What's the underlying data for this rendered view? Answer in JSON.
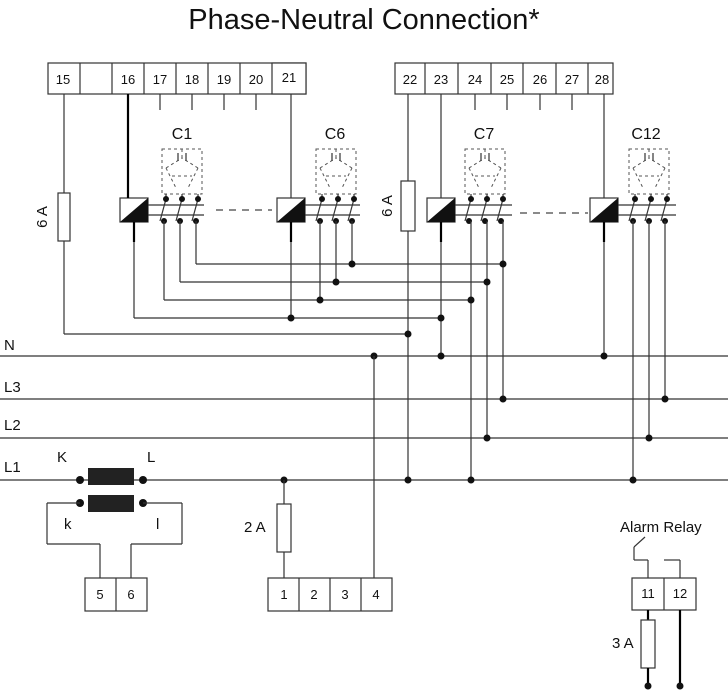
{
  "title": "Phase-Neutral Connection*",
  "terminal_block_left": [
    "15",
    "",
    "16",
    "17",
    "18",
    "19",
    "20",
    "21"
  ],
  "terminal_block_right": [
    "22",
    "23",
    "24",
    "25",
    "26",
    "27",
    "28"
  ],
  "capacitors": {
    "c1": "C1",
    "c6": "C6",
    "c7": "C7",
    "c12": "C12"
  },
  "lines": {
    "n": "N",
    "l3": "L3",
    "l2": "L2",
    "l1": "L1"
  },
  "fuses": {
    "left": "6 A",
    "middle": "6 A",
    "supply": "2 A",
    "relay": "3 A"
  },
  "current_transformer": {
    "K": "K",
    "L": "L",
    "k": "k",
    "l": "l"
  },
  "ct_terminals": [
    "5",
    "6"
  ],
  "supply_terminals": [
    "1",
    "2",
    "3",
    "4"
  ],
  "alarm_relay": {
    "label": "Alarm Relay",
    "terminals": [
      "11",
      "12"
    ]
  }
}
